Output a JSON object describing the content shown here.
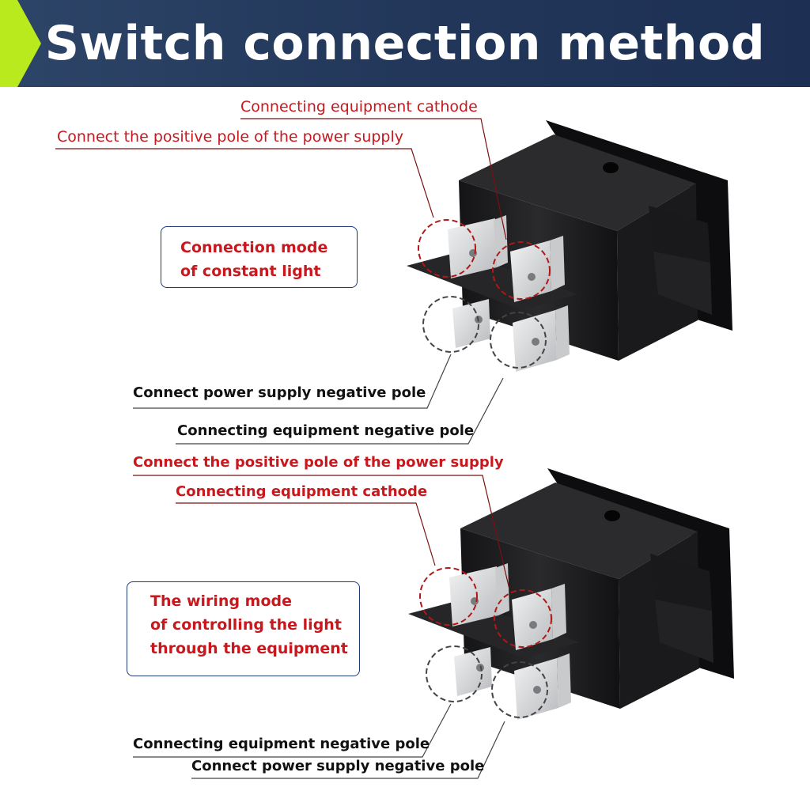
{
  "title": "Switch connection method",
  "colors": {
    "banner": "#22375a",
    "accent": "#b9ea1e",
    "label_red": "#c8181e",
    "box_border": "#1e3a78",
    "switch_body": "#1d1d1f",
    "terminal": "#e2e3e5"
  },
  "top": {
    "label_cathode": "Connecting equipment cathode",
    "label_positive": "Connect the positive pole of the power supply",
    "box_line1": "Connection mode",
    "box_line2": "of constant light",
    "label_supply_negative": "Connect power supply negative pole",
    "label_equipment_negative": "Connecting equipment negative pole"
  },
  "bottom": {
    "label_positive": "Connect the positive pole of the power supply",
    "label_cathode": "Connecting equipment cathode",
    "box_line1": "The wiring mode",
    "box_line2": "of controlling the light",
    "box_line3": "through the equipment",
    "label_equipment_negative": "Connecting equipment negative pole",
    "label_supply_negative": "Connect power supply negative pole"
  }
}
